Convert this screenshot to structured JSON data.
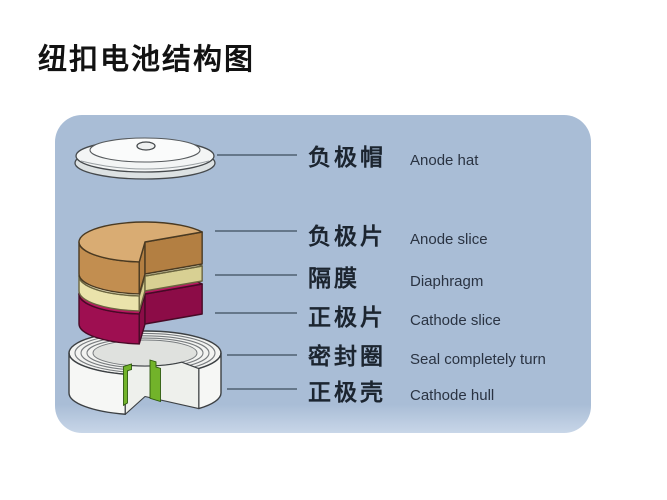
{
  "page": {
    "title": "纽扣电池结构图"
  },
  "colors": {
    "title_text": "#121212",
    "panel_bg": "#a9bdd6",
    "panel_bg_bottom": "#c8d6e8",
    "leader_line": "#4f6071",
    "zh_text": "#1c2530",
    "en_text": "#2a3342"
  },
  "diagram": {
    "type": "exploded-structure-diagram",
    "subject": "button cell battery",
    "parts": [
      {
        "id": "anode-cap",
        "zh": "负极帽",
        "en": "Anode hat",
        "colors": {
          "fill_top": "#f3f5f5",
          "fill_rim": "#dde2e3",
          "fill_dome": "#fafbfb",
          "fill_hole": "#eef0f0",
          "outline": "#45494c"
        }
      },
      {
        "id": "anode-slice",
        "zh": "负极片",
        "en": "Anode slice",
        "colors": {
          "fill_top": "#d9ac73",
          "fill_side": "#c28e50",
          "fill_cut": "#b37f42",
          "outline": "#4a3a22"
        }
      },
      {
        "id": "diaphragm",
        "zh": "隔膜",
        "en": "Diaphragm",
        "colors": {
          "fill_top": "#f5f0cc",
          "fill_side": "#eae3ab",
          "fill_cut": "#d8d093",
          "outline": "#6b6540"
        }
      },
      {
        "id": "cathode-slice",
        "zh": "正极片",
        "en": "Cathode slice",
        "colors": {
          "fill_top": "#bb1562",
          "fill_side": "#9e0f51",
          "fill_cut": "#8c0c47",
          "outline": "#470a26"
        }
      },
      {
        "id": "seal-ring",
        "zh": "密封圈",
        "en": "Seal completely turn",
        "colors": {
          "fill": "#72b32a",
          "outline": "#2e5a0e"
        }
      },
      {
        "id": "cathode-hull",
        "zh": "正极壳",
        "en": "Cathode hull",
        "colors": {
          "fill_top": "#f2f3f1",
          "fill_side": "#f6f7f5",
          "fill_inner": "#eef0ec",
          "fill_cavity": "#dfe1de",
          "outline": "#3c4043",
          "ring_line": "#777b7e"
        }
      }
    ]
  }
}
